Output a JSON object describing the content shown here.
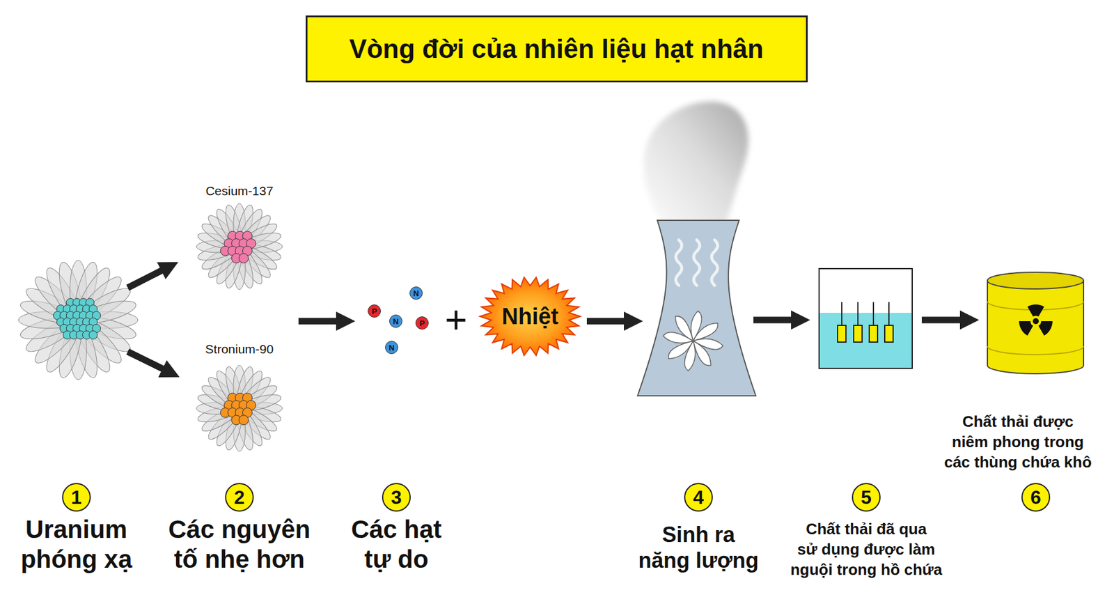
{
  "diagram": {
    "title": "Vòng đời của nhiên liệu hạt nhân",
    "nodes": [
      {
        "text": [
          "P"
        ]
      },
      {
        "text": [
          "N"
        ]
      },
      {
        "text": [
          "N"
        ]
      },
      {
        "text": [
          "P"
        ]
      },
      {
        "text": [
          "N"
        ]
      },
      {
        "text": [
          "Nhiệt"
        ]
      },
      {
        "text": [
          "1"
        ]
      },
      {
        "text": [
          "2"
        ]
      },
      {
        "text": [
          "3"
        ]
      },
      {
        "text": [
          "4"
        ]
      },
      {
        "text": [
          "5"
        ]
      },
      {
        "text": [
          "6"
        ]
      }
    ],
    "labels": [
      "Cesium-137",
      "Stronium-90",
      "+",
      "Uranium phóng xạ",
      "Các nguyên tố nhẹ hơn",
      "Các hạt tự do",
      "Sinh ra năng lượng",
      "Chất thải đã qua sử dụng được làm nguội trong hồ chứa",
      "Chất thải được niêm phong trong các thùng chứa khô"
    ]
  }
}
